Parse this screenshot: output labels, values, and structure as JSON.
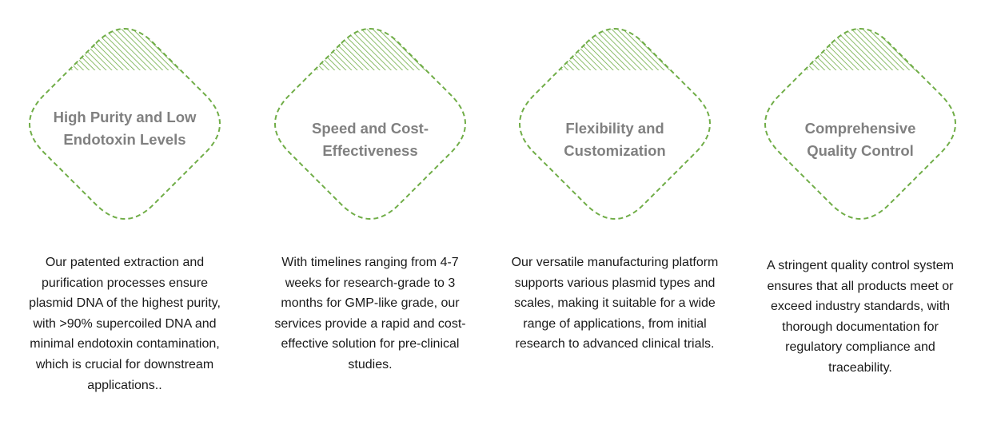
{
  "colors": {
    "accent": "#70ad47",
    "title": "#808080",
    "text": "#1a1a1a",
    "background": "#ffffff"
  },
  "features": [
    {
      "title": "High Purity and Low Endotoxin Levels",
      "description": "Our patented extraction and purification processes ensure plasmid DNA of the highest purity, with >90% supercoiled DNA and minimal endotoxin contamination, which is crucial for downstream applications.."
    },
    {
      "title": "Speed and Cost-Effectiveness",
      "description": "With timelines ranging from 4-7 weeks for research-grade to 3 months for GMP-like grade, our services provide a rapid and cost-effective solution for pre-clinical studies."
    },
    {
      "title": "Flexibility and Customization",
      "description": "Our versatile manufacturing platform supports various plasmid types and scales, making it suitable for a wide range of applications, from initial research to advanced clinical trials."
    },
    {
      "title": "Comprehensive Quality Control",
      "description": "A stringent quality control system ensures that all products meet or exceed industry standards, with thorough documentation for regulatory compliance and traceability."
    }
  ]
}
